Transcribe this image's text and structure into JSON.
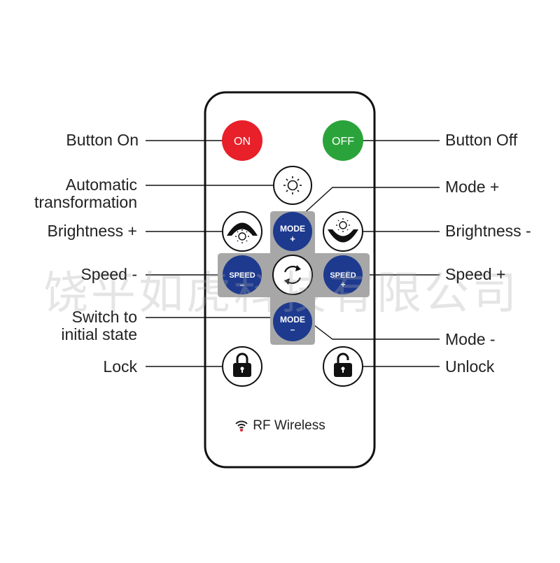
{
  "remote": {
    "buttons": {
      "on": "ON",
      "off": "OFF",
      "mode_plus": {
        "top": "MODE",
        "bottom": "+"
      },
      "mode_minus": {
        "top": "MODE",
        "bottom": "–"
      },
      "speed_minus": {
        "top": "SPEED",
        "bottom": "–"
      },
      "speed_plus": {
        "top": "SPEED",
        "bottom": "+"
      }
    },
    "brand": "RF Wireless"
  },
  "callouts": {
    "button_on": "Button On",
    "button_off": "Button Off",
    "automatic_line1": "Automatic",
    "automatic_line2": "transformation",
    "mode_plus": "Mode +",
    "brightness_plus": "Brightness +",
    "brightness_minus": "Brightness -",
    "speed_minus": "Speed -",
    "speed_plus": "Speed +",
    "switch_line1": "Switch to",
    "switch_line2": "initial state",
    "mode_minus": "Mode -",
    "lock": "Lock",
    "unlock": "Unlock"
  },
  "watermark": "饶平如虎科技有限公司",
  "colors": {
    "on_red": "#e8202a",
    "off_green": "#2aa43a",
    "blue": "#1d3a8f",
    "pad_gray": "#a7a7a7",
    "outline": "#111111"
  }
}
